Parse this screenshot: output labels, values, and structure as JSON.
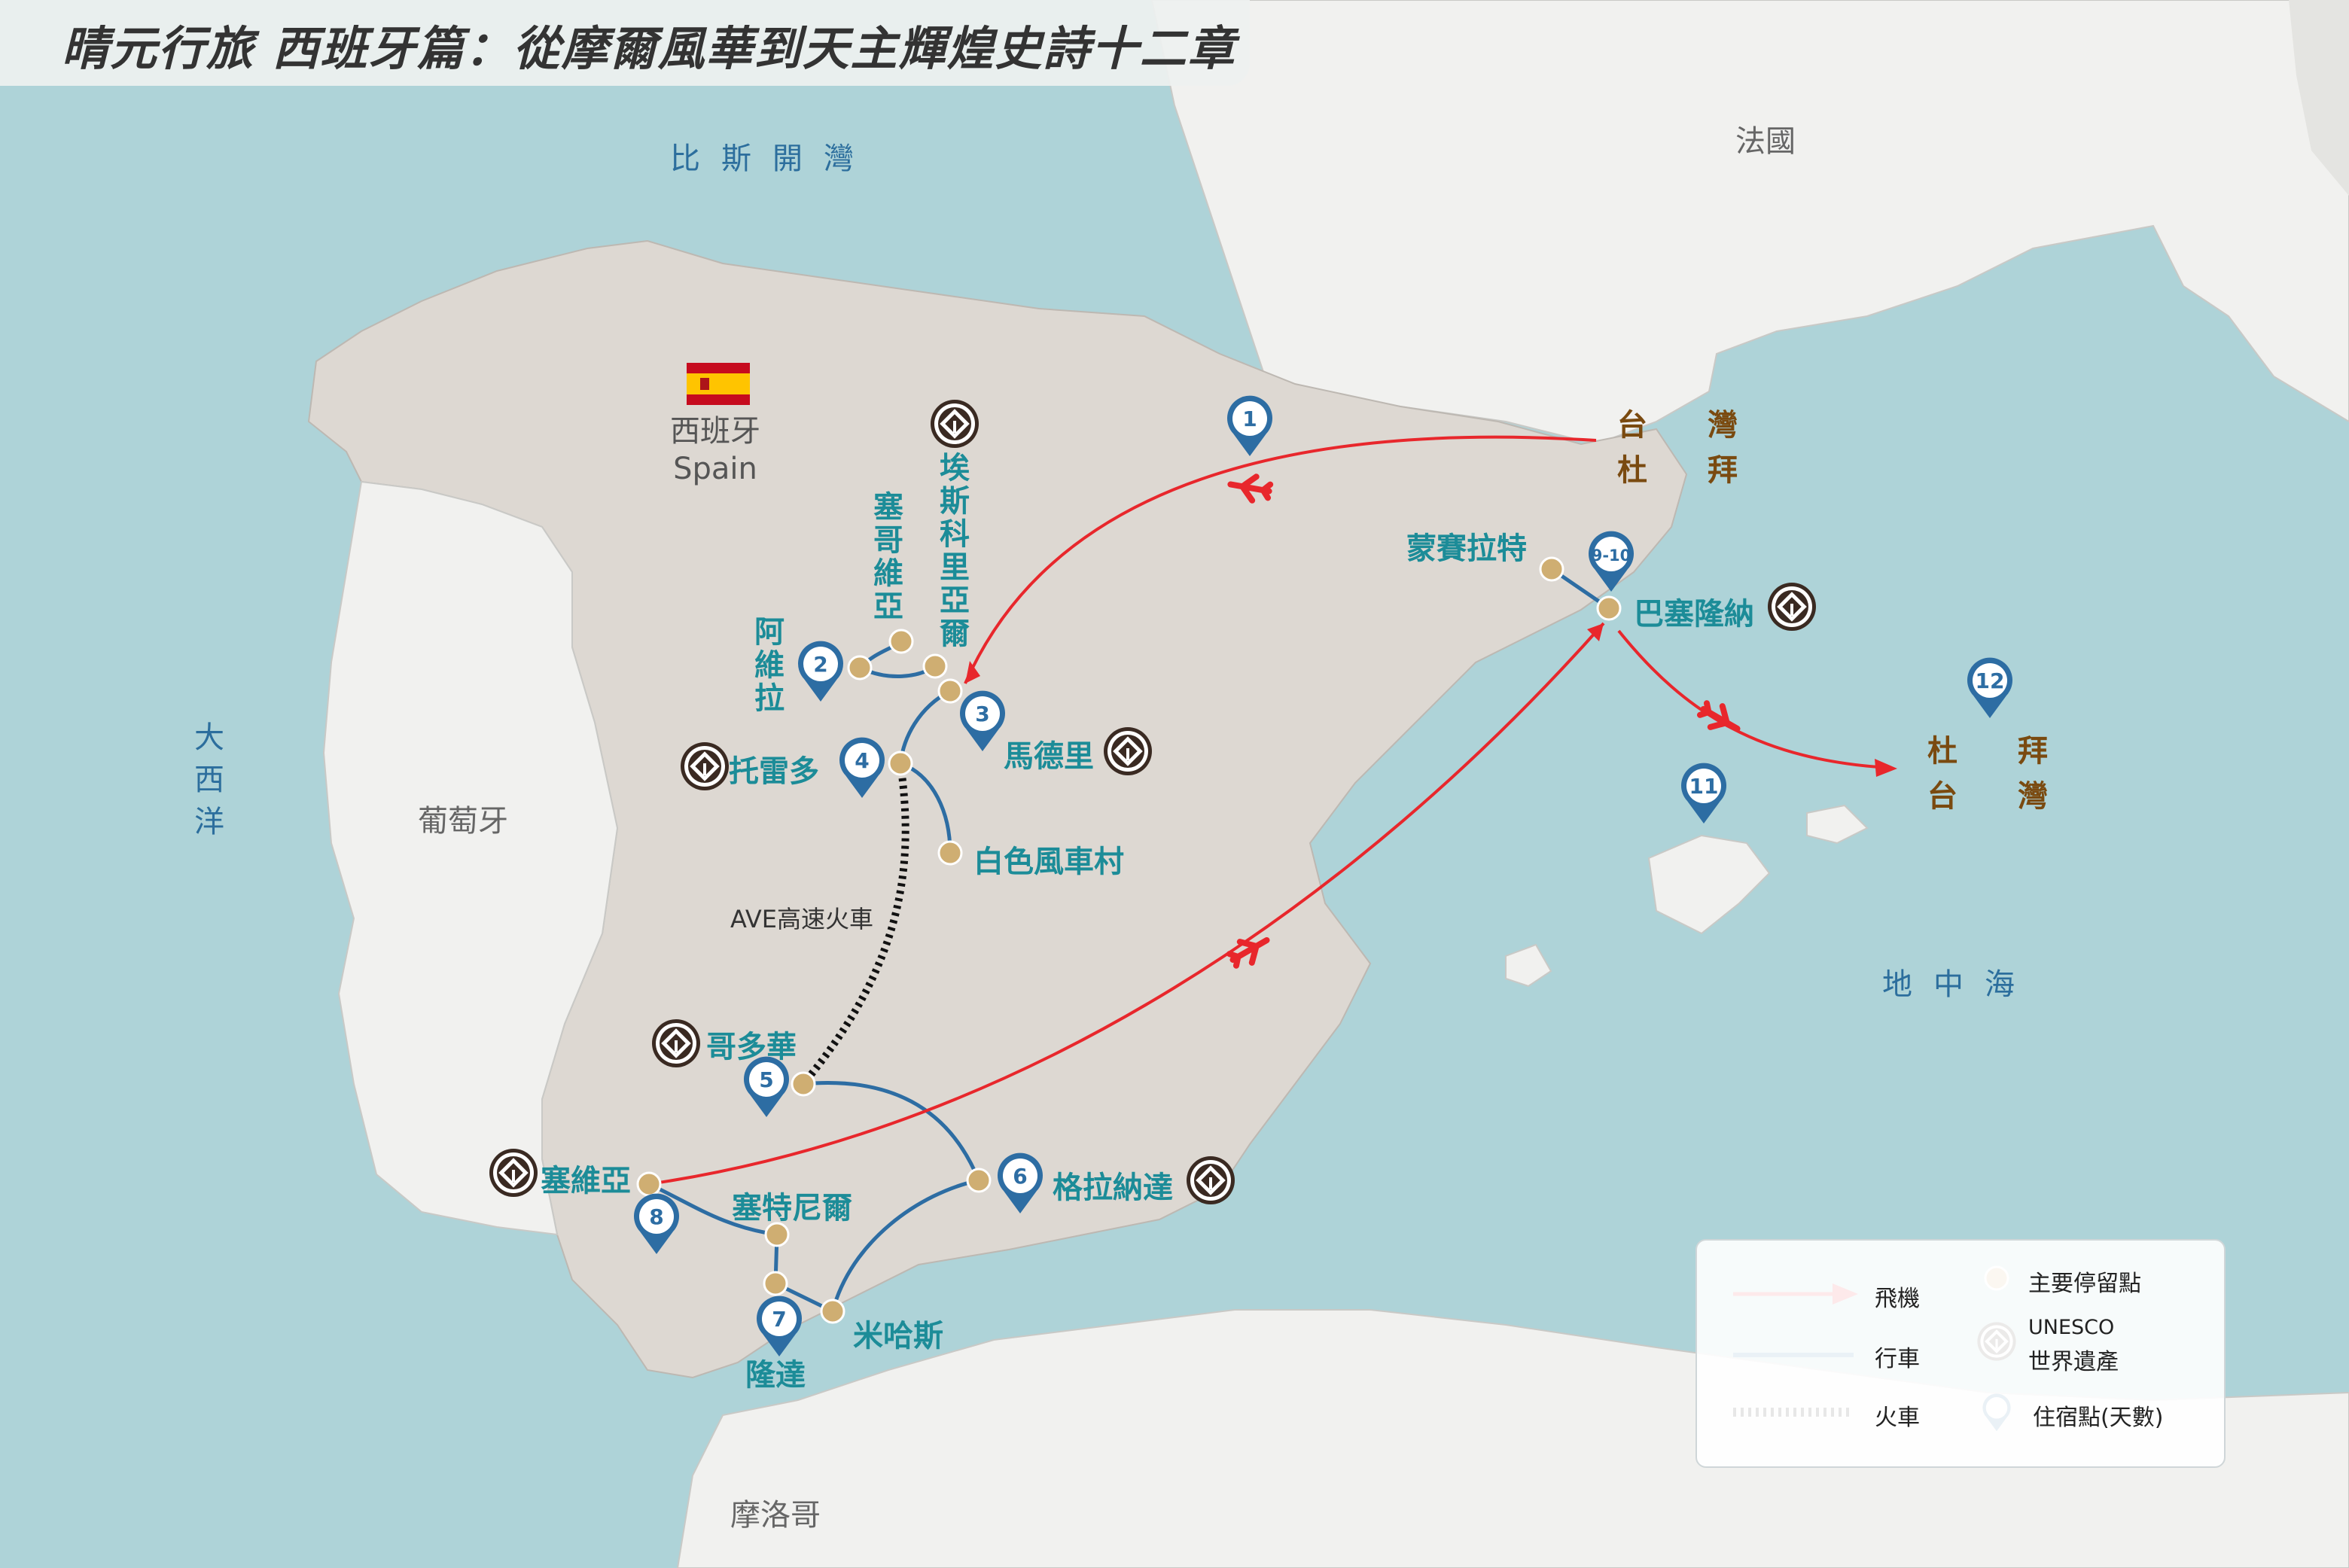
{
  "title": "晴元行旅 西班牙篇：從摩爾風華到天主輝煌史詩十二章",
  "seas": {
    "biscay": "比斯開灣",
    "atlantic": "大西洋",
    "mediterranean": "地中海"
  },
  "countries": {
    "france": "法國",
    "portugal": "葡萄牙",
    "morocco": "摩洛哥",
    "spain_zh": "西班牙",
    "spain_en": "Spain"
  },
  "taiwan_origin": {
    "top": "台　　灣",
    "bottom": "杜　　拜"
  },
  "taiwan_dest": {
    "top": "杜　　拜",
    "bottom": "台　　灣"
  },
  "cities": {
    "avila": "阿維拉",
    "segovia": "塞哥維亞",
    "escorial": "埃斯科里亞爾",
    "madrid": "馬德里",
    "toledo": "托雷多",
    "consuegra": "白色風車村",
    "cordoba": "哥多華",
    "granada": "格拉納達",
    "seville": "塞維亞",
    "setenil": "塞特尼爾",
    "ronda": "隆達",
    "mijas": "米哈斯",
    "montserrat": "蒙賽拉特",
    "barcelona": "巴塞隆納"
  },
  "train_label": "AVE高速火車",
  "stay_markers": [
    "1",
    "2",
    "3",
    "4",
    "5",
    "6",
    "7",
    "8",
    "9-10",
    "11",
    "12"
  ],
  "legend": {
    "plane": "飛機",
    "car": "行車",
    "train": "火車",
    "stop": "主要停留點",
    "unesco_line1": "UNESCO",
    "unesco_line2": "世界遺產",
    "stay": "住宿點(天數)"
  },
  "colors": {
    "sea": "#aed3d8",
    "land_spain": "#ddd8d2",
    "land_other": "#f1f1ef",
    "plane_route": "#e8272c",
    "car_route": "#2d6da3",
    "stop_dot": "#cfae72",
    "city_text": "#1c8c98",
    "sea_text": "#2c6e9d",
    "marker": "#2d6da3"
  },
  "icons": [
    "plane-icon",
    "unesco-icon",
    "location-pin-icon",
    "spain-flag-icon"
  ]
}
